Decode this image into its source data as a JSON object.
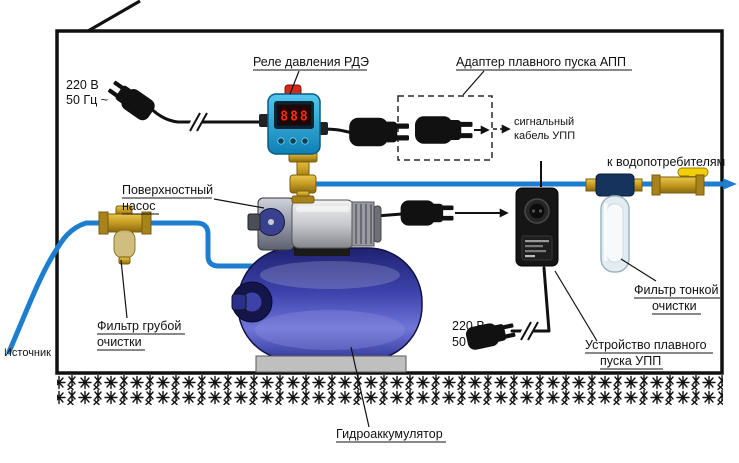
{
  "diagram": {
    "colors": {
      "pipe_blue": "#1d7ed0",
      "tank_blue": "#3d43ad",
      "relay_blue": "#2bb0e8",
      "brass": "#c49a20",
      "display_red": "#ff2d00",
      "valve_handle_yellow": "#f2cf06",
      "cable_black": "#111111"
    },
    "power_top": {
      "line1": "220 В",
      "line2": "50 Гц ~"
    },
    "power_bottom": {
      "line1": "220 В",
      "line2": "50 Гц ~"
    },
    "labels": {
      "pressure_relay": "Реле давления РДЭ",
      "soft_start_adapter": "Адаптер плавного пуска АПП",
      "signal_cable_line1": "сигнальный",
      "signal_cable_line2": "кабель УПП",
      "to_consumers": "к водопотребителям",
      "surface_pump_line1": "Поверхностный",
      "surface_pump_line2": "насос",
      "coarse_filter_line1": "Фильтр грубой",
      "coarse_filter_line2": "очистки",
      "source": "Источник",
      "fine_filter_line1": "Фильтр тонкой",
      "fine_filter_line2": "очистки",
      "soft_start_device_line1": "Устройство плавного",
      "soft_start_device_line2": "пуска УПП",
      "hydroaccumulator": "Гидроаккумулятор"
    },
    "relay_display": "888"
  }
}
